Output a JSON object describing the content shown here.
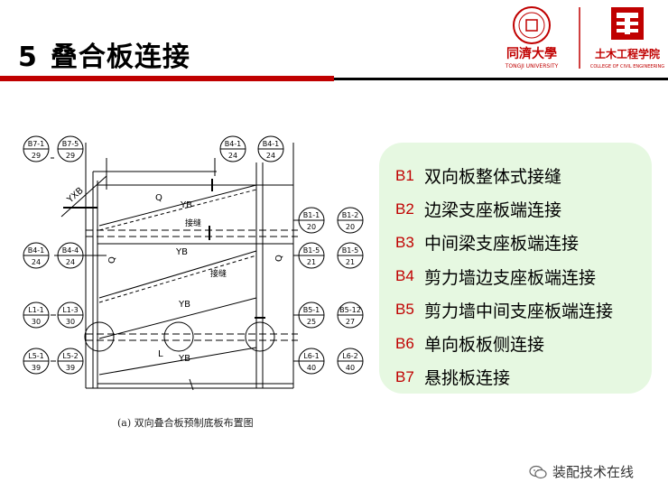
{
  "header": {
    "number": "5",
    "title": "叠合板连接"
  },
  "logos": {
    "tongji_name": "同濟大學",
    "tongji_en": "TONGJI UNIVERSITY",
    "college_name": "土木工程学院",
    "college_en": "COLLEGE OF CIVIL ENGINEERING",
    "brand_color": "#c00000"
  },
  "legend": {
    "items": [
      {
        "code": "B1",
        "label": "双向板整体式接缝"
      },
      {
        "code": "B2",
        "label": "边梁支座板端连接"
      },
      {
        "code": "B3",
        "label": "中间梁支座板端连接"
      },
      {
        "code": "B4",
        "label": "剪力墙边支座板端连接"
      },
      {
        "code": "B5",
        "label": "剪力墙中间支座板端连接"
      },
      {
        "code": "B6",
        "label": "单向板板侧连接"
      },
      {
        "code": "B7",
        "label": "悬挑板连接"
      }
    ]
  },
  "drawing": {
    "tags": [
      {
        "top": "B7-1",
        "bottom": "29"
      },
      {
        "top": "B7-5",
        "bottom": "29"
      },
      {
        "top": "B4-1",
        "bottom": "24"
      },
      {
        "top": "B4-1",
        "bottom": "24"
      },
      {
        "top": "B1-1",
        "bottom": "20"
      },
      {
        "top": "B1-2",
        "bottom": "20"
      },
      {
        "top": "B4-1",
        "bottom": "24"
      },
      {
        "top": "B4-4",
        "bottom": "24"
      },
      {
        "top": "B1-5",
        "bottom": "21"
      },
      {
        "top": "B1-5",
        "bottom": "21"
      },
      {
        "top": "L1-1",
        "bottom": "30"
      },
      {
        "top": "L1-3",
        "bottom": "30"
      },
      {
        "top": "B5-1",
        "bottom": "25"
      },
      {
        "top": "B5-12",
        "bottom": "27"
      },
      {
        "top": "L5-1",
        "bottom": "39"
      },
      {
        "top": "L5-2",
        "bottom": "39"
      },
      {
        "top": "L6-1",
        "bottom": "40"
      },
      {
        "top": "L6-2",
        "bottom": "40"
      }
    ],
    "labels": {
      "yxb": "YXB",
      "q1": "Q",
      "q2": "Q",
      "q3": "Q",
      "l": "L",
      "yb1": "YB",
      "yb2": "YB",
      "yb3": "YB",
      "yb4": "YB",
      "joint1": "接缝",
      "joint2": "接缝"
    },
    "caption": "(a) 双向叠合板预制底板布置图"
  },
  "watermark": {
    "icon": "wechat-icon",
    "text": "装配技术在线"
  }
}
